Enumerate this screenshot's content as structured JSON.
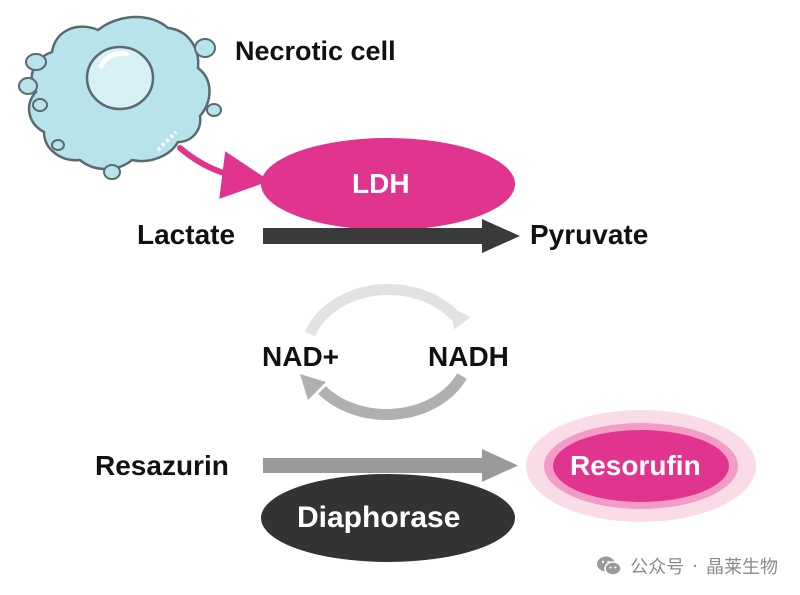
{
  "labels": {
    "necrotic_cell": "Necrotic cell",
    "ldh": "LDH",
    "lactate": "Lactate",
    "pyruvate": "Pyruvate",
    "nad_plus": "NAD+",
    "nadh": "NADH",
    "resazurin": "Resazurin",
    "resorufin": "Resorufin",
    "diaphorase": "Diaphorase"
  },
  "watermark": {
    "icon": "wechat-icon",
    "account": "公众号",
    "separator": "·",
    "name": "晶莱生物"
  },
  "colors": {
    "magenta": "#e0348e",
    "cell_fill": "#b7e3ea",
    "cell_stroke": "#5a6a6e",
    "dark_arrow": "#3a3a3a",
    "gray_arrow": "#9a9a9a",
    "light_arrow": "#e2e2e2",
    "mid_arrow": "#b0b0b0",
    "diaphorase_fill": "#333333",
    "halo_outer": "#fadbe8",
    "halo_mid": "#f39cc6"
  }
}
